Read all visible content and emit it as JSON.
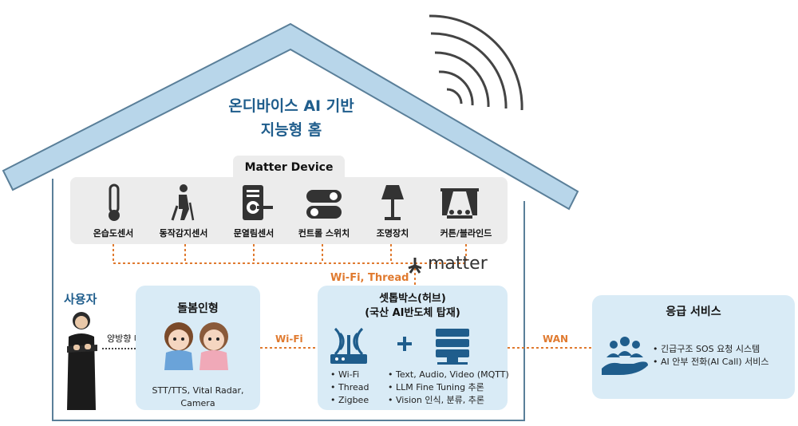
{
  "title": {
    "line1": "온디바이스 AI 기반",
    "line2": "지능형 홈"
  },
  "matter_device": {
    "label": "Matter Device",
    "devices": [
      {
        "label": "온습도센서",
        "icon": "thermometer-icon"
      },
      {
        "label": "동작감지센서",
        "icon": "walking-person-icon"
      },
      {
        "label": "문열림센서",
        "icon": "door-lock-icon"
      },
      {
        "label": "컨트롤 스위치",
        "icon": "toggle-switch-icon"
      },
      {
        "label": "조명장치",
        "icon": "floor-lamp-icon"
      },
      {
        "label": "커튼/블라인드",
        "icon": "curtain-icon"
      }
    ]
  },
  "matter_logo": "matter",
  "connections": {
    "wifi_thread": "Wi-Fi, Thread",
    "wifi": "Wi-Fi",
    "wan": "WAN"
  },
  "user": {
    "label": "사용자",
    "dialog": "양방향 대화"
  },
  "doll": {
    "title": "돌봄인형",
    "desc_line1": "STT/TTS, Vital Radar,",
    "desc_line2": "Camera"
  },
  "hub": {
    "title_line1": "셋톱박스(허브)",
    "title_line2": "(국산 AI반도체 탑재)",
    "left_list": [
      "Wi-Fi",
      "Thread",
      "Zigbee"
    ],
    "right_list": [
      "Text, Audio, Video (MQTT)",
      "LLM Fine Tuning 추론",
      "Vision 인식, 분류, 추론"
    ],
    "plus": "+"
  },
  "emergency": {
    "title": "응급 서비스",
    "items": [
      "긴급구조 SOS 요청 시스템",
      "AI 안부 전화(AI Call) 서비스"
    ]
  },
  "colors": {
    "roof": "#b8d6ea",
    "panel": "#d9ebf6",
    "accent": "#1f5d8c",
    "dotted": "#e07a2f"
  }
}
